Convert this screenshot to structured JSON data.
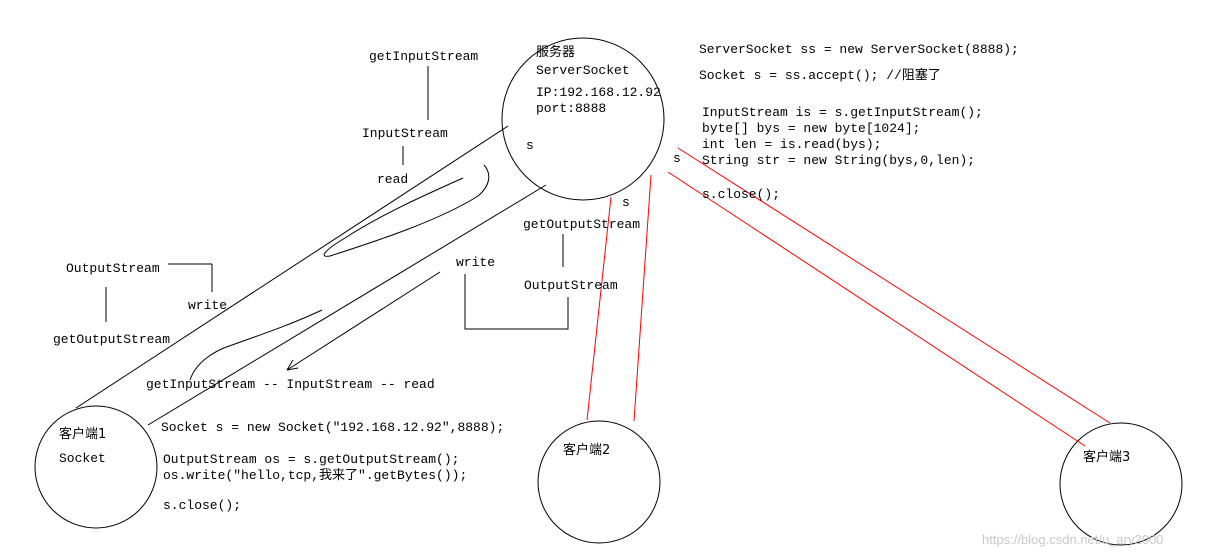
{
  "server": {
    "title": "服务器",
    "type": "ServerSocket",
    "ip": "IP:192.168.12.92",
    "port": "port:8888",
    "socket_label": "s"
  },
  "server_code": [
    "ServerSocket ss = new ServerSocket(8888);",
    "Socket s = ss.accept(); //阻塞了",
    "InputStream is = s.getInputStream();",
    "byte[] bys = new byte[1024];",
    "int len = is.read(bys);",
    "String str = new String(bys,0,len);",
    "s.close();"
  ],
  "client1": {
    "title": "客户端1",
    "type": "Socket"
  },
  "client1_code": [
    "Socket s = new Socket(\"192.168.12.92\",8888);",
    "OutputStream os = s.getOutputStream();",
    "os.write(\"hello,tcp,我来了\".getBytes());",
    "s.close();"
  ],
  "client2": {
    "title": "客户端2"
  },
  "client3": {
    "title": "客户端3"
  },
  "labels": {
    "get_input_stream_top": "getInputStream",
    "input_stream_top": "InputStream",
    "read_top": "read",
    "output_stream_left": "OutputStream",
    "write_left": "write",
    "get_output_stream_left": "getOutputStream",
    "get_output_stream_mid": "getOutputStream",
    "write_mid": "write",
    "output_stream_mid": "OutputStream",
    "chain_bottom": "getInputStream -- InputStream -- read",
    "s_right_1": "s",
    "s_right_2": "s"
  },
  "watermark": "https://blog.csdn.net/u_ary2000",
  "colors": {
    "line": "#000000",
    "client_connection": "#ff0000",
    "background": "#ffffff",
    "watermark": "#c8c8c8"
  }
}
